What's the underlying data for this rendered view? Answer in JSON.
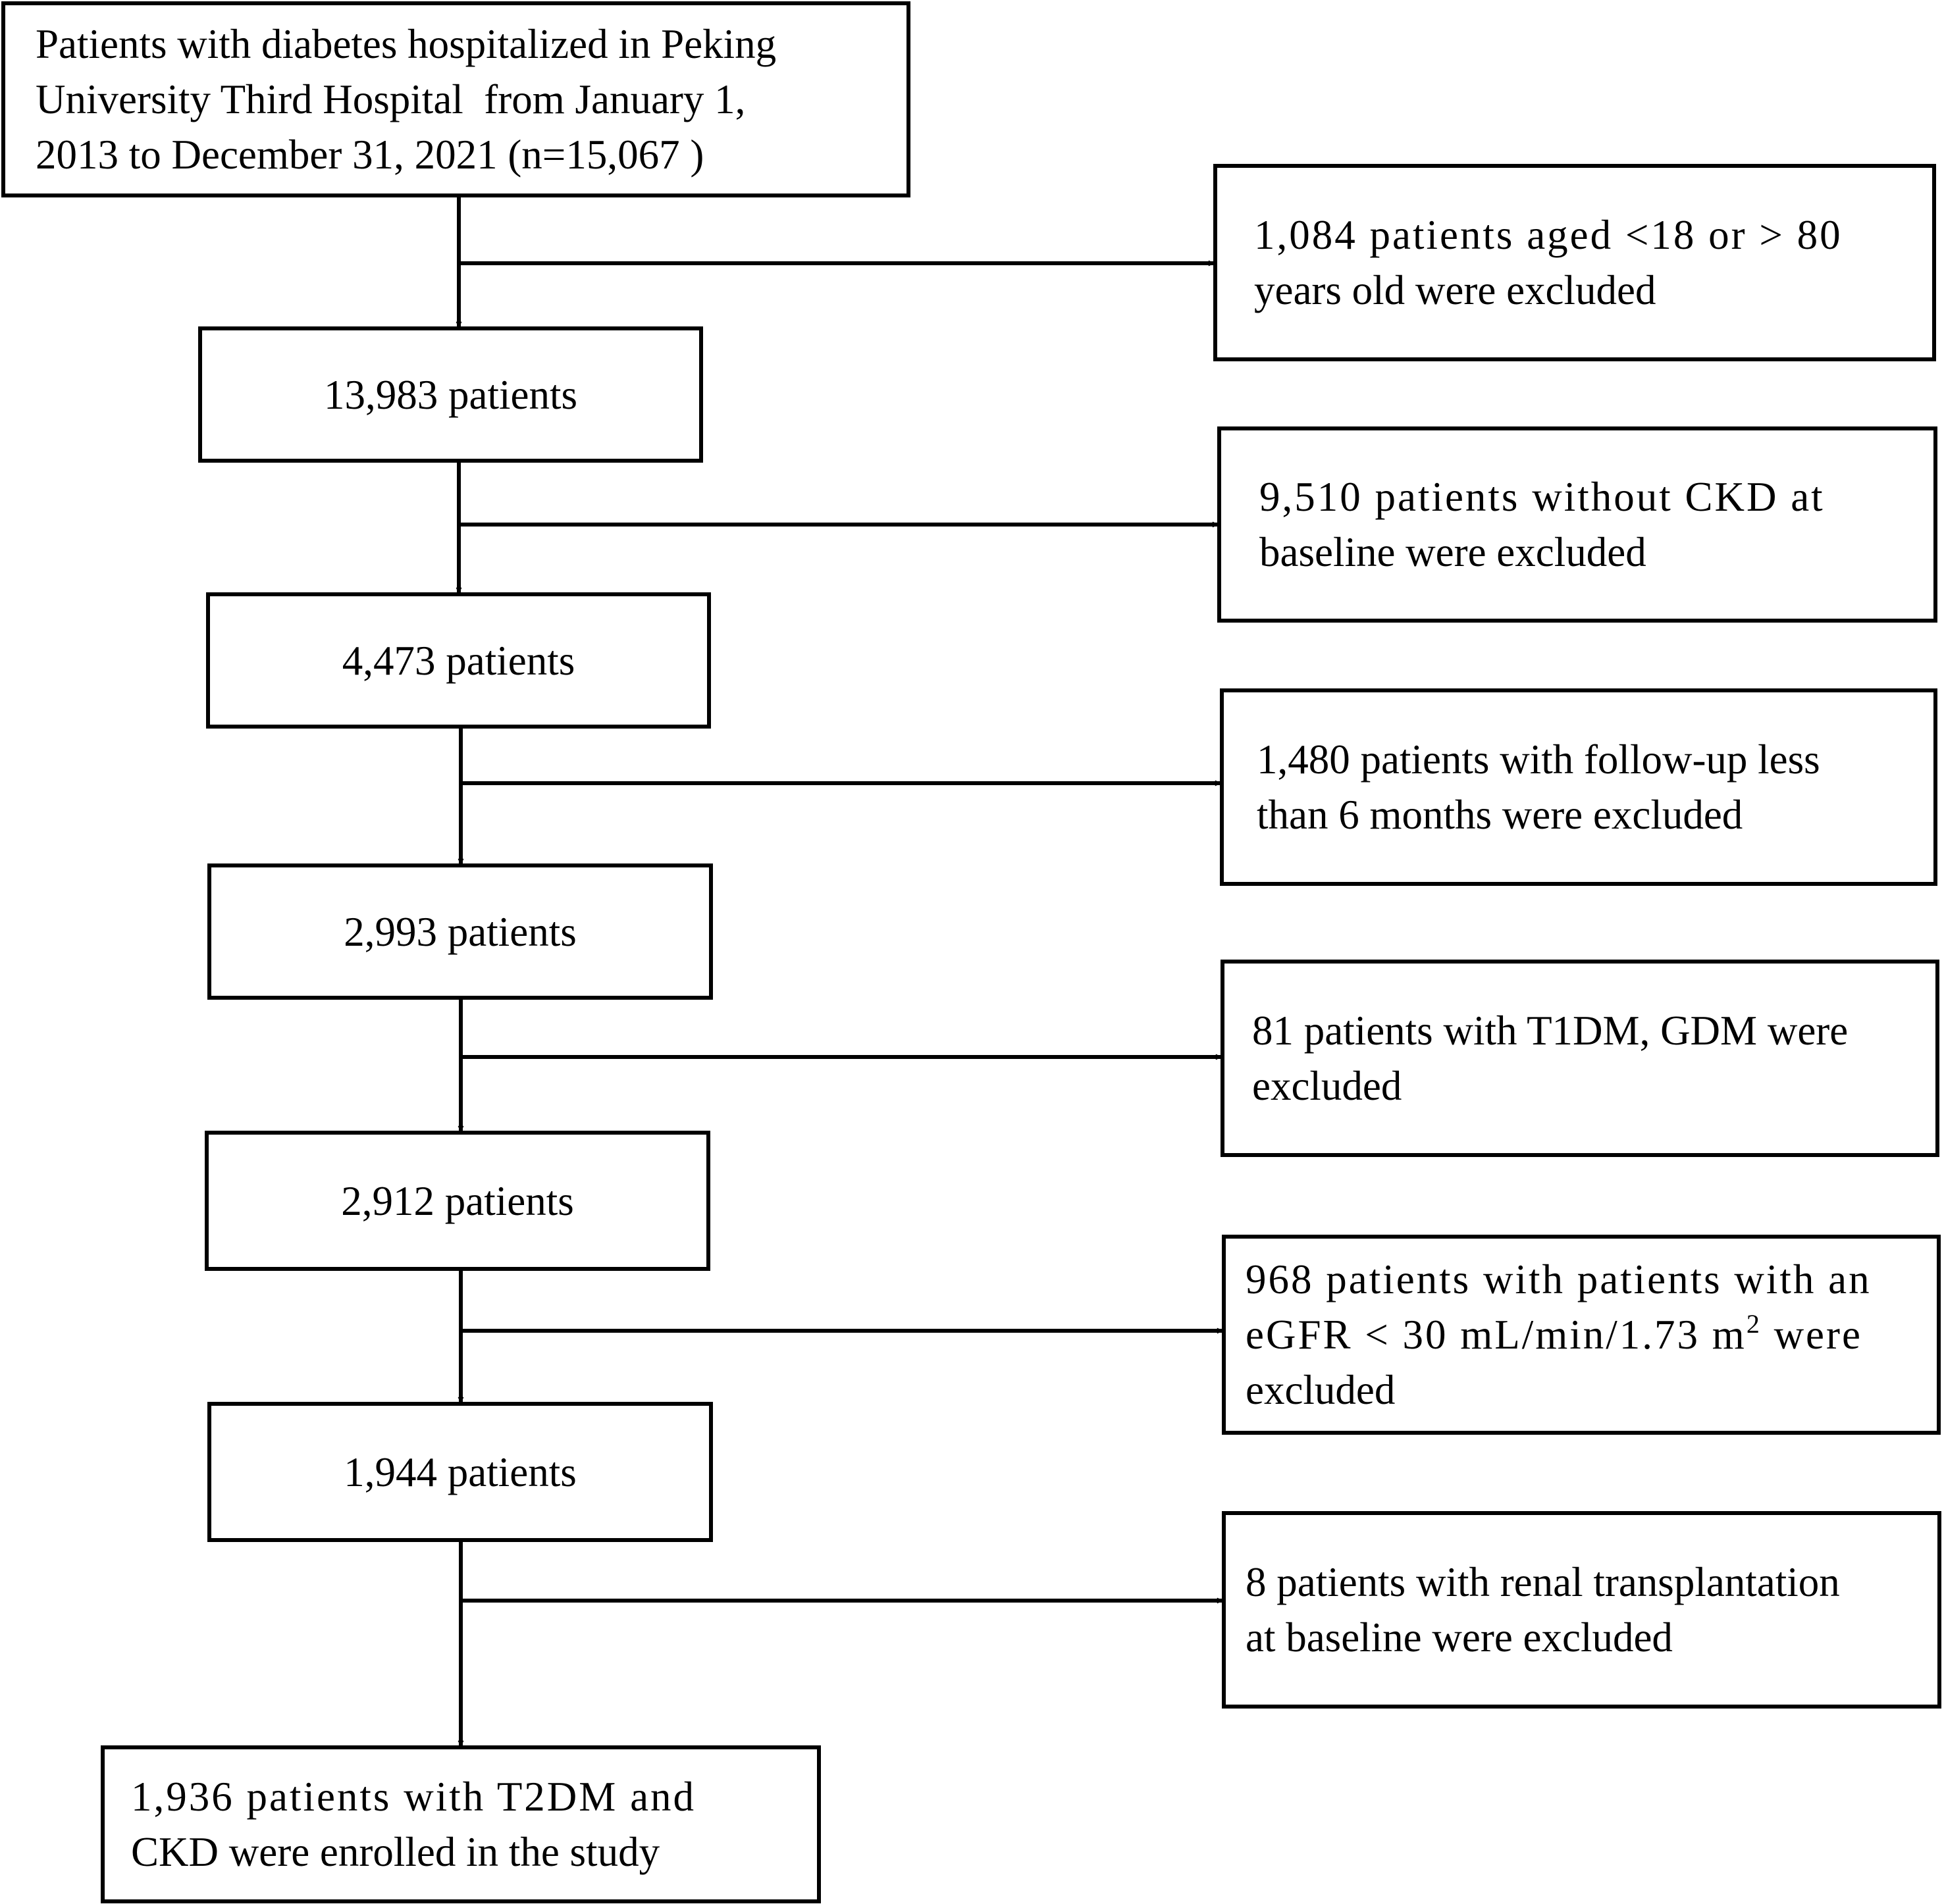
{
  "flowchart": {
    "start": {
      "lines": [
        "Patients with diabetes hospitalized in Peking",
        "University Third Hospital  from January 1,",
        "2013 to December 31, 2021 (n=15,067 )"
      ]
    },
    "steps": [
      {
        "label": "13,983 patients"
      },
      {
        "label": "4,473 patients"
      },
      {
        "label": "2,993 patients"
      },
      {
        "label": "2,912 patients"
      },
      {
        "label": "1,944 patients"
      }
    ],
    "exclusions": [
      {
        "lines": [
          "1,084 patients aged <18 or > 80",
          "years old were excluded"
        ]
      },
      {
        "lines": [
          "9,510 patients without CKD at",
          "baseline were excluded"
        ]
      },
      {
        "lines": [
          "1,480 patients with follow-up less",
          "than 6 months were excluded"
        ]
      },
      {
        "lines": [
          "81 patients with T1DM, GDM were",
          "excluded"
        ]
      },
      {
        "line1": "968 patients with patients with an",
        "line2_pre": "eGFR < 30 mL/min/1.73 m",
        "line2_sup": "2",
        "line2_post": " were",
        "line3": "excluded"
      },
      {
        "lines": [
          "8 patients with renal transplantation",
          "at baseline were excluded"
        ]
      }
    ],
    "final": {
      "lines": [
        "1,936 patients with T2DM and",
        "CKD were enrolled in the study"
      ]
    }
  }
}
